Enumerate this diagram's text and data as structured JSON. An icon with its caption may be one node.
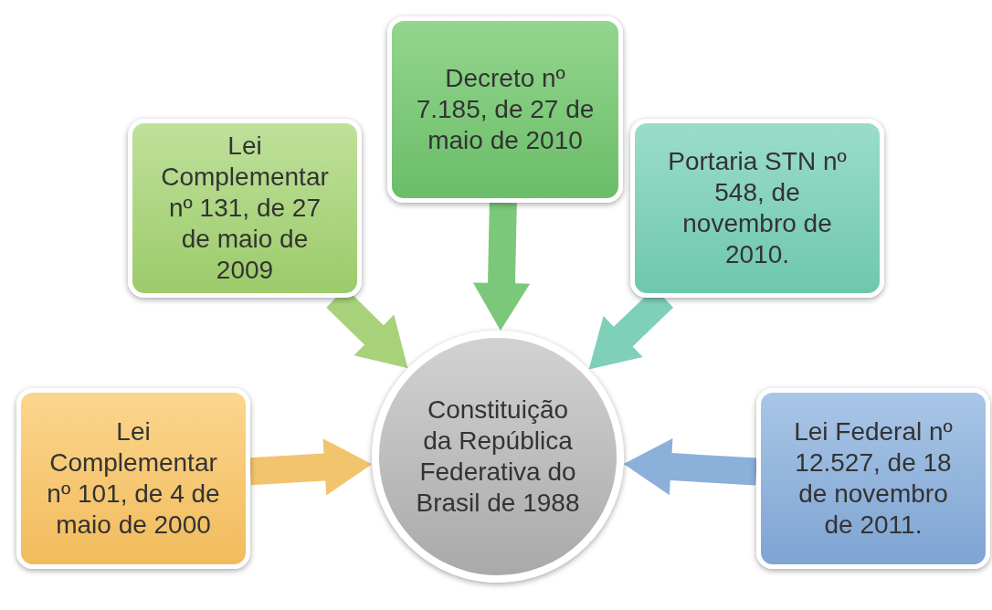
{
  "diagram": {
    "nodes": [
      {
        "text": [
          "Lei Complementar nº 101, de 4 de maio de 2000"
        ]
      },
      {
        "text": [
          "Lei Complementar nº 131, de 27 de maio de 2009"
        ]
      },
      {
        "text": [
          "Decreto nº 7.185, de 27 de maio de 2010"
        ]
      },
      {
        "text": [
          "Portaria STN nº 548, de novembro de 2010."
        ]
      },
      {
        "text": [
          "Lei Federal nº 12.527, de 18 de novembro de 2011."
        ]
      },
      {
        "text": [
          "Constituição da República Federativa do Brasil de 1988"
        ]
      }
    ],
    "edges": [
      {
        "from": 0,
        "to": 5,
        "arrow": "to",
        "style": "thick",
        "color": "#f2c46e"
      },
      {
        "from": 1,
        "to": 5,
        "arrow": "to",
        "style": "thick",
        "color": "#a8d27a"
      },
      {
        "from": 2,
        "to": 5,
        "arrow": "to",
        "style": "thick",
        "color": "#7cc87a"
      },
      {
        "from": 3,
        "to": 5,
        "arrow": "to",
        "style": "thick",
        "color": "#7ed0b8"
      },
      {
        "from": 4,
        "to": 5,
        "arrow": "to",
        "style": "thick",
        "color": "#8bb0da"
      }
    ]
  }
}
